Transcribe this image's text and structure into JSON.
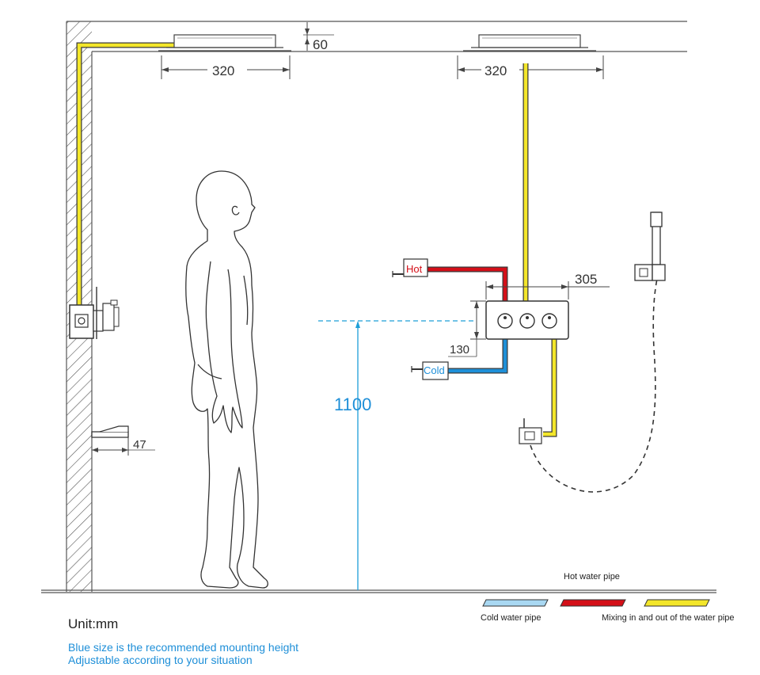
{
  "dimensions": {
    "ceiling_gap": "60",
    "shower_head_1_width": "320",
    "shower_head_2_width": "320",
    "valve_width": "305",
    "valve_height": "130",
    "spout_depth": "47",
    "mounting_height": "1100"
  },
  "pipe_labels": {
    "hot": "Hot",
    "cold": "Cold"
  },
  "legend": {
    "hot_water_pipe": "Hot water pipe",
    "cold_water_pipe": "Cold water pipe",
    "mixing_pipe": "Mixing in and out of the water pipe",
    "cold_color": "#a9d8f2",
    "hot_color": "#d40f18",
    "mixing_color": "#f3e62a"
  },
  "notes": {
    "unit": "Unit:mm",
    "recommended": "Blue size is the recommended mounting height",
    "adjustable": "Adjustable according to your situation"
  },
  "colors": {
    "line": "#444444",
    "blue_dim": "#1e9fd8",
    "pipe_yellow": "#f3e62a",
    "pipe_red": "#d40f18",
    "pipe_blue": "#1e8fd8"
  }
}
